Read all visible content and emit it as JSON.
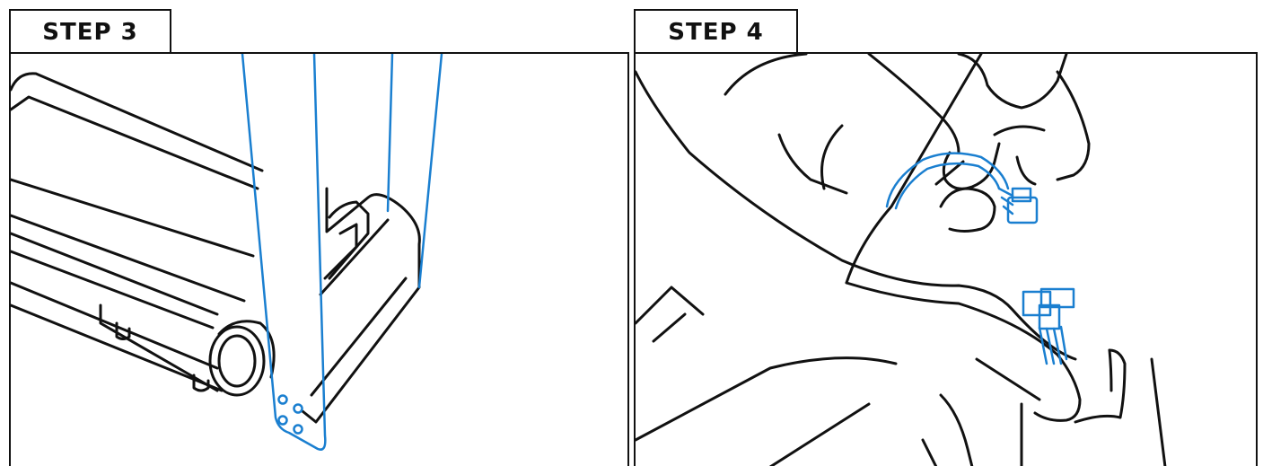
{
  "steps": [
    {
      "label": "STEP 3",
      "illustration": "treadmill-upright-mount-illustration"
    },
    {
      "label": "STEP 4",
      "illustration": "cable-connector-hands-illustration"
    }
  ],
  "colors": {
    "line": "#111111",
    "accent": "#1a7fd0",
    "background": "#ffffff"
  }
}
